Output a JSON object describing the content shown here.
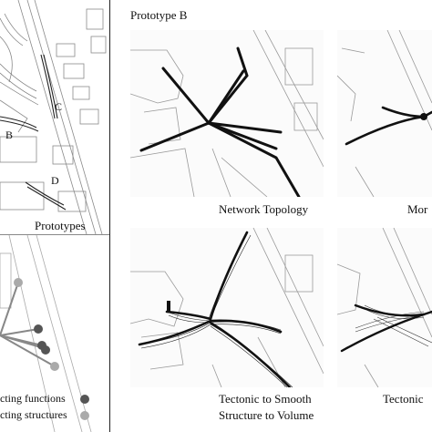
{
  "left": {
    "site_labels": {
      "b": "B",
      "c": "C",
      "d": "D"
    },
    "prototypes_label": "Prototypes",
    "legend": [
      {
        "text": "cting functions",
        "color": "#555555"
      },
      {
        "text": "cting structures",
        "color": "#aaaaaa"
      }
    ]
  },
  "prototype_b": {
    "title": "Prototype B",
    "panels": [
      {
        "caption_lines": [
          "Network Topology"
        ]
      },
      {
        "caption_lines": [
          "Mor"
        ]
      },
      {
        "caption_lines": [
          "Tectonic to Smooth",
          "Structure to Volume"
        ]
      },
      {
        "caption_lines": [
          "Tectonic"
        ]
      }
    ]
  },
  "colors": {
    "line": "#111111",
    "node_dark": "#555555",
    "node_light": "#aaaaaa",
    "outline": "#9a9a9a"
  }
}
